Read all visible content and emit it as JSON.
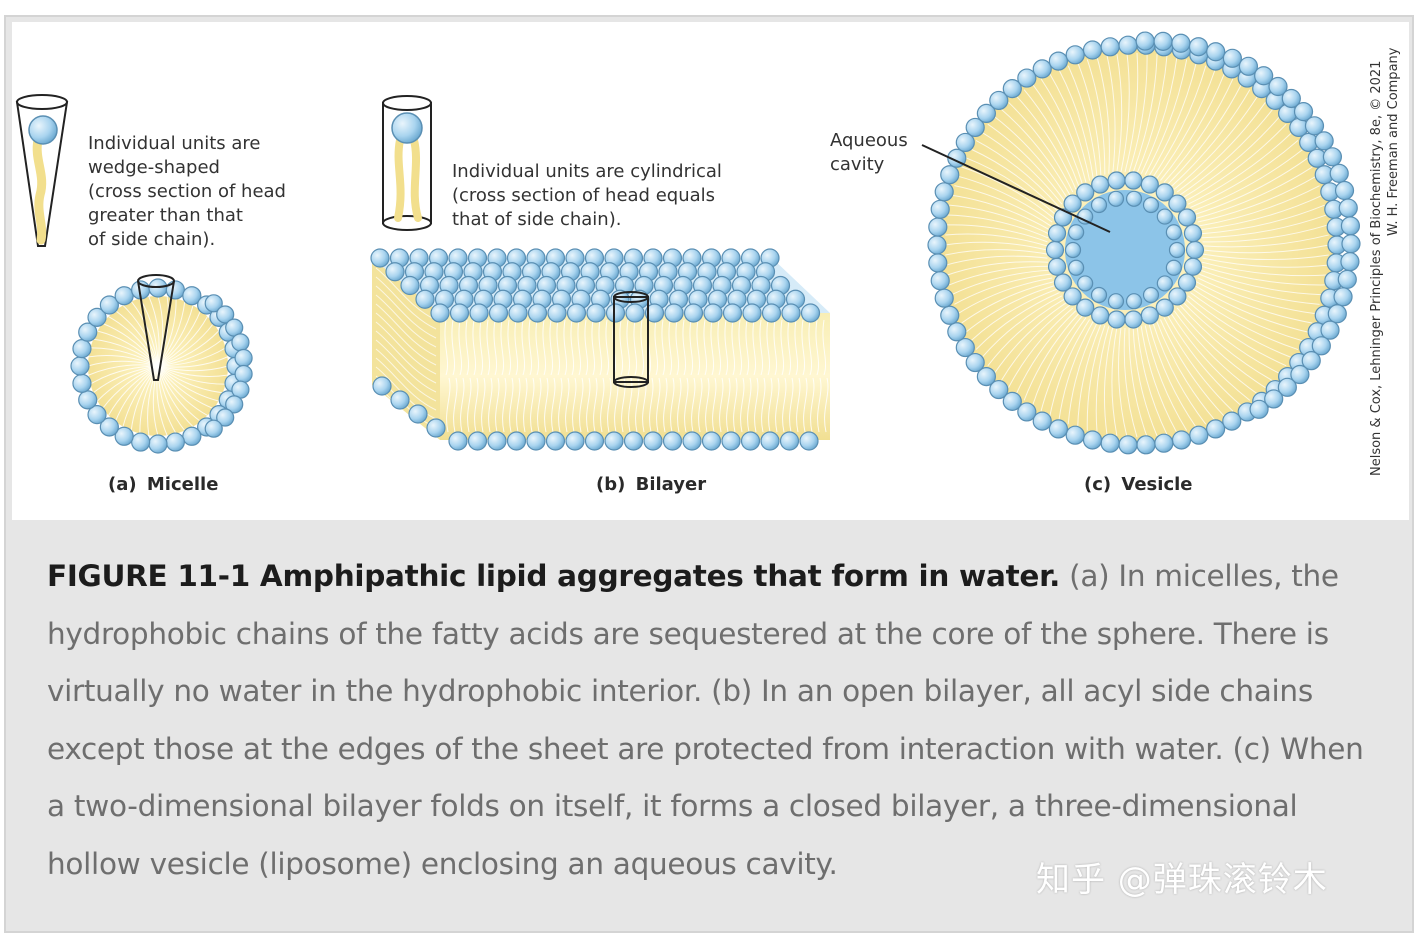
{
  "figure": {
    "micelle": {
      "note_lines": [
        "Individual units are",
        "wedge-shaped",
        "(cross section of head",
        "greater than that",
        "of side chain)."
      ],
      "label_letter": "(a)",
      "label_name": "Micelle"
    },
    "bilayer": {
      "note_lines": [
        "Individual units are cylindrical",
        "(cross section of head equals",
        "that of side chain)."
      ],
      "label_letter": "(b)",
      "label_name": "Bilayer"
    },
    "vesicle": {
      "callout_lines": [
        "Aqueous",
        "cavity"
      ],
      "label_letter": "(c)",
      "label_name": "Vesicle"
    },
    "credit_line1": "Nelson & Cox, Lehninger Principles of Biochemistry, 8e, © 2021",
    "credit_line2": "W. H. Freeman and Company"
  },
  "caption": {
    "title": "FIGURE 11-1 Amphipathic lipid aggregates that form in water.",
    "body": " (a) In micelles, the hydrophobic chains of the fatty acids are sequestered at the core of the sphere. There is virtually no water in the hydrophobic interior. (b) In an open bilayer, all acyl side chains except those at the edges of the sheet are protected from interaction with water. (c) When a two-dimensional bilayer folds on itself, it forms a closed bilayer, a three-dimensional hollow vesicle (liposome) enclosing an aqueous cavity."
  },
  "watermark": "知乎 @弹珠滚铃木",
  "colors": {
    "head_fill": "#a9d4ef",
    "head_stroke": "#5a8fb3",
    "tail_fill": "#f6e9a6",
    "tail_line": "#ffffff",
    "cavity_fill": "#8cc4e8"
  }
}
